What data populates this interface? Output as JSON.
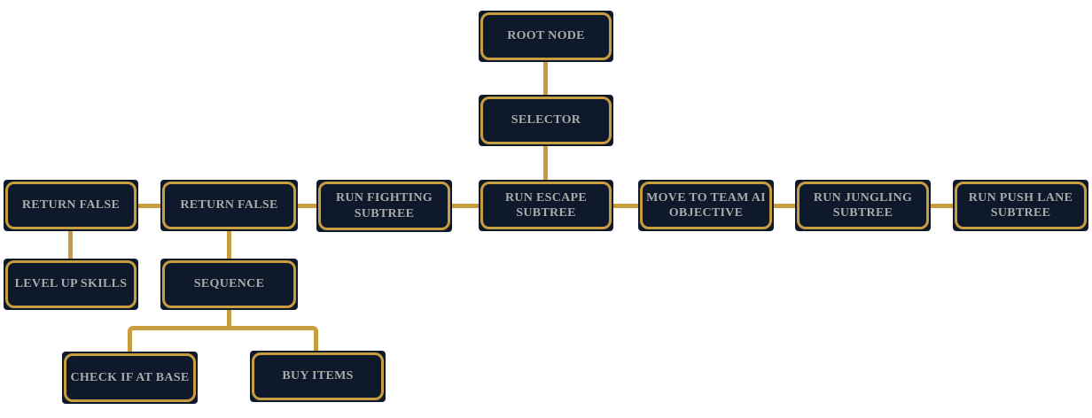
{
  "diagram": {
    "kind": "behavior-tree",
    "colors": {
      "background": "#ffffff",
      "node_fill": "#0e1a2c",
      "node_border_gold": "#c79d3e",
      "connector_gold": "#c79d3e",
      "label_text": "#aaabae"
    },
    "nodes": {
      "root": {
        "label": "ROOT NODE"
      },
      "selector": {
        "label": "SELECTOR"
      },
      "return_false_1": {
        "label": "RETURN FALSE"
      },
      "return_false_2": {
        "label": "RETURN FALSE"
      },
      "run_fighting_subtree": {
        "label": "RUN FIGHTING SUBTREE"
      },
      "run_escape_subtree": {
        "label": "RUN ESCAPE SUBTREE"
      },
      "move_to_team_ai_objective": {
        "label": "MOVE TO TEAM AI OBJECTIVE"
      },
      "run_jungling_subtree": {
        "label": "RUN JUNGLING SUBTREE"
      },
      "run_push_lane_subtree": {
        "label": "RUN PUSH LANE SUBTREE"
      },
      "level_up_skills": {
        "label": "LEVEL UP SKILLS"
      },
      "sequence": {
        "label": "SEQUENCE"
      },
      "check_if_at_base": {
        "label": "CHECK IF AT BASE"
      },
      "buy_items": {
        "label": "BUY ITEMS"
      }
    },
    "edges": [
      {
        "from": "root",
        "to": "selector"
      },
      {
        "from": "selector",
        "to": "run_escape_subtree"
      },
      {
        "from": "return_false_1",
        "to": "return_false_2"
      },
      {
        "from": "return_false_2",
        "to": "run_fighting_subtree"
      },
      {
        "from": "run_fighting_subtree",
        "to": "run_escape_subtree"
      },
      {
        "from": "run_escape_subtree",
        "to": "move_to_team_ai_objective"
      },
      {
        "from": "move_to_team_ai_objective",
        "to": "run_jungling_subtree"
      },
      {
        "from": "run_jungling_subtree",
        "to": "run_push_lane_subtree"
      },
      {
        "from": "return_false_1",
        "to": "level_up_skills"
      },
      {
        "from": "return_false_2",
        "to": "sequence"
      },
      {
        "from": "sequence",
        "to": "check_if_at_base"
      },
      {
        "from": "sequence",
        "to": "buy_items"
      }
    ]
  }
}
